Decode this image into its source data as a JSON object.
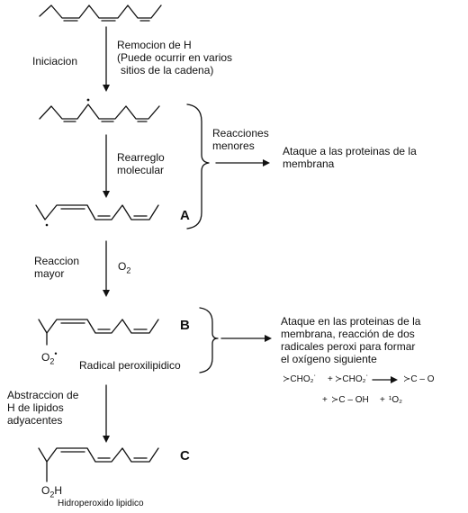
{
  "steps": {
    "h_removal_title": "Remocion de H",
    "h_removal_note_1": "(Puede ocurrir en varios",
    "h_removal_note_2": "sitios de la cadena)",
    "initiation": "Iniciacion",
    "rearrangement_1": "Rearreglo",
    "rearrangement_2": "molecular",
    "major_reaction_1": "Reaccion",
    "major_reaction_2": "mayor",
    "oxygen": "O",
    "oxygen_sub": "2",
    "abstraction_1": "Abstraccion de",
    "abstraction_2": "H  de lipidos",
    "abstraction_3": "adyacentes"
  },
  "structures": {
    "label_a": "A",
    "label_b": "B",
    "label_c": "C",
    "peroxyl_group": "O",
    "peroxyl_sub": "2",
    "peroxyl_dot": "•",
    "peroxyl_radical_caption": "Radical peroxilipidico",
    "hydroperoxide_group": "O",
    "hydroperoxide_sub": "2",
    "hydroperoxide_h": "H",
    "hydroperoxide_caption": "Hidroperoxido lipidico"
  },
  "side_reactions": {
    "minor_1": "Reacciones",
    "minor_2": "menores",
    "membrane_attack_1": "Ataque a las proteinas de la",
    "membrane_attack_2": "membrana",
    "peroxy_outcome_1": "Ataque en las proteinas de la",
    "peroxy_outcome_2": "membrana, reacción de dos",
    "peroxy_outcome_3": "radicales peroxi para formar",
    "peroxy_outcome_4": "el oxígeno siguiente"
  },
  "equation": {
    "part_1": "≻CHO₂˙",
    "plus_1": "+",
    "part_2": "≻CHO₂˙",
    "part_3": "≻C – O",
    "plus_2": "+",
    "part_4": "≻C – OH",
    "plus_3": "+",
    "part_5": "¹O₂"
  }
}
